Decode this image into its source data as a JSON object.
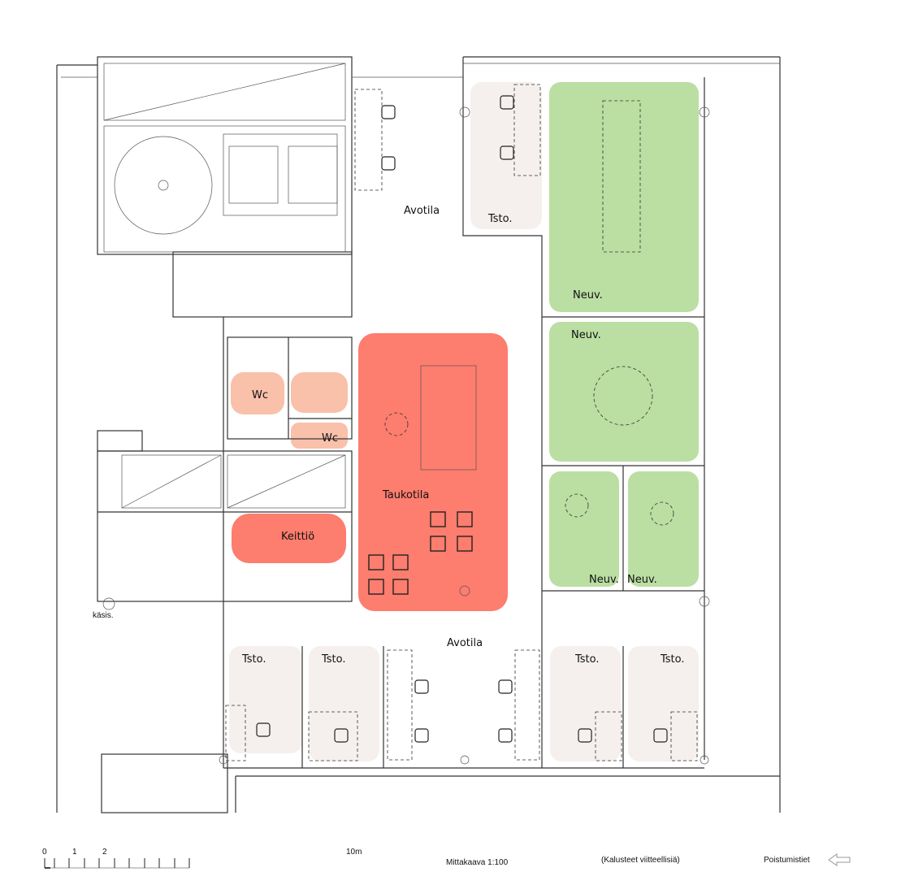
{
  "colors": {
    "red": "#fd7d6e",
    "salmon": "#f9c0aa",
    "green": "#bbdea3",
    "beige": "#f5f0ed"
  },
  "rooms": {
    "tsto_top": "Tsto.",
    "neuv_top": "Neuv.",
    "neuv_mid": "Neuv.",
    "neuv_bl": "Neuv.",
    "neuv_br": "Neuv.",
    "avotila_top": "Avotila",
    "avotila_bottom": "Avotila",
    "taukotila": "Taukotila",
    "keittio": "Keittiö",
    "wc1": "Wc",
    "wc2": "Wc",
    "tsto_b1": "Tsto.",
    "tsto_b2": "Tsto.",
    "tsto_b3": "Tsto.",
    "tsto_b4": "Tsto.",
    "kasis": "käsis."
  },
  "legend": {
    "scale_ticks": [
      "0",
      "1",
      "2",
      "10m"
    ],
    "scale_label": "Mittakaava 1:100",
    "furniture_note": "(Kalusteet viitteellisiä)",
    "exits_label": "Poistumistiet"
  }
}
